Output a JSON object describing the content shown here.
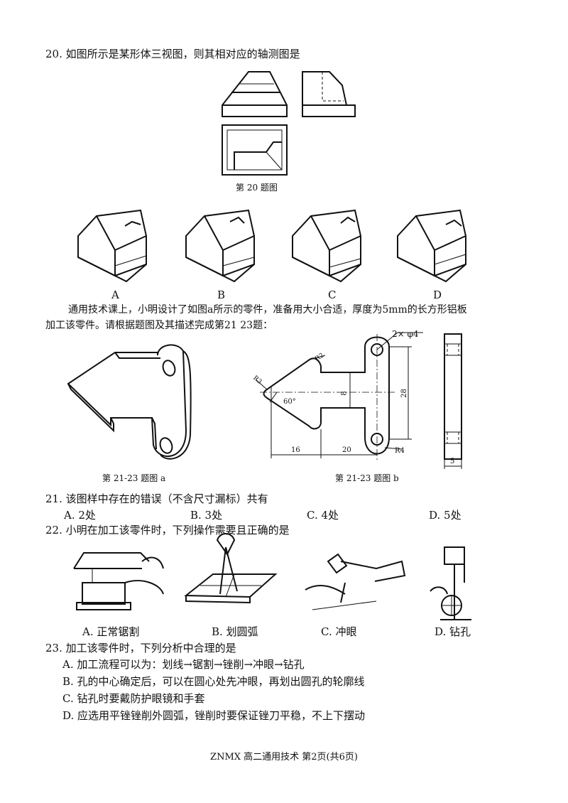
{
  "q20": {
    "stem": "20. 如图所示是某形体三视图，则其相对应的轴测图是",
    "caption": "第 20 题图",
    "options": [
      "A",
      "B",
      "C",
      "D"
    ]
  },
  "intro": {
    "line1": "通用技术课上，小明设计了如图a所示的零件，准备用大小合适，厚度为5mm的长方形铝板",
    "line2": "加工该零件。请根据题图及其描述完成第21 23题："
  },
  "figures": {
    "cap_a": "第 21-23 题图 a",
    "cap_b": "第 21-23 题图 b",
    "dims": {
      "holes": "2× φ4",
      "r2": "R2",
      "r3": "R3",
      "angle": "60°",
      "d8": "8",
      "d28": "28",
      "r4": "R4",
      "d16": "16",
      "d20": "20",
      "d5": "5"
    }
  },
  "q21": {
    "stem": "21. 该图样中存在的错误（不含尺寸漏标）共有",
    "options": [
      "A. 2处",
      "B. 3处",
      "C. 4处",
      "D. 5处"
    ]
  },
  "q22": {
    "stem": "22. 小明在加工该零件时，下列操作需要且正确的是",
    "options": [
      "A. 正常锯割",
      "B. 划圆弧",
      "C. 冲眼",
      "D. 钻孔"
    ]
  },
  "q23": {
    "stem": "23. 加工该零件时，下列分析中合理的是",
    "options": [
      "A. 加工流程可以为：划线→锯割→锉削→冲眼→钻孔",
      "B. 孔的中心确定后，可以在圆心处先冲眼，再划出圆孔的轮廓线",
      "C. 钻孔时要戴防护眼镜和手套",
      "D. 应选用平锉锉削外圆弧，锉削时要保证锉刀平稳，不上下摆动"
    ]
  },
  "footer": {
    "text": "ZNMX  高二通用技术  第2页(共6页)"
  }
}
